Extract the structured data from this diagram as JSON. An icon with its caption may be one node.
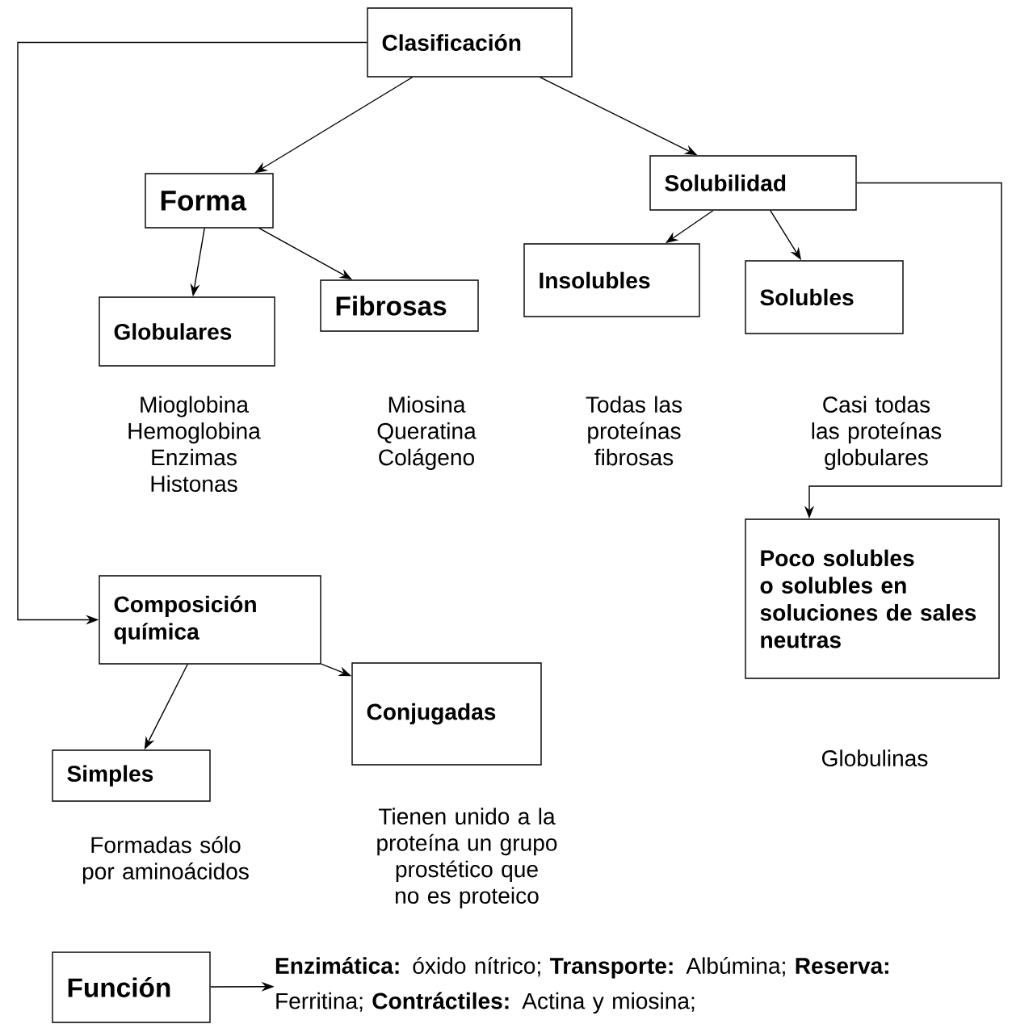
{
  "diagram": {
    "nodes": [
      {
        "text": [
          "Clasificación"
        ]
      },
      {
        "text": [
          "Forma"
        ]
      },
      {
        "text": [
          "Solubilidad"
        ]
      },
      {
        "text": [
          "Globulares"
        ],
        "beside": [
          "Mioglobina Hemoglobina Enzimas Histonas"
        ]
      },
      {
        "text": [
          "Fibrosas"
        ],
        "beside": [
          "Miosina Queratina Colágeno"
        ]
      },
      {
        "text": [
          "Insolubles"
        ],
        "beside": [
          "Todas las proteínas fibrosas"
        ]
      },
      {
        "text": [
          "Solubles"
        ],
        "beside": [
          "Casi todas las proteínas globulares"
        ]
      },
      {
        "text": [
          "Poco solubles o solubles en soluciones de sales neutras"
        ],
        "beside": [
          "Globulinas"
        ]
      },
      {
        "text": [
          "Composición química"
        ]
      },
      {
        "text": [
          "Simples"
        ],
        "beside": [
          "Formadas sólo por aminoácidos"
        ]
      },
      {
        "text": [
          "Conjugadas"
        ],
        "beside": [
          "Tienen unido a la proteína un grupo prostético que no es proteico"
        ]
      },
      {
        "text": [
          "Función"
        ]
      },
      {
        "text": [
          "**Enzimática:** óxido nítrico; **Transporte:** Albúmina; **Reserva:** Ferritina; **Contráctiles:** Actina y miosina;"
        ]
      }
    ],
    "edges": [
      {
        "from": 0,
        "to": 1,
        "arrow": "to"
      },
      {
        "from": 0,
        "to": 2,
        "arrow": "to"
      },
      {
        "from": 0,
        "to": 8,
        "arrow": "to"
      },
      {
        "from": 1,
        "to": 3,
        "arrow": "to"
      },
      {
        "from": 1,
        "to": 4,
        "arrow": "to"
      },
      {
        "from": 2,
        "to": 5,
        "arrow": "to"
      },
      {
        "from": 2,
        "to": 6,
        "arrow": "to"
      },
      {
        "from": 2,
        "to": 7,
        "arrow": "to"
      },
      {
        "from": 8,
        "to": 9,
        "arrow": "to"
      },
      {
        "from": 8,
        "to": 10,
        "arrow": "to"
      },
      {
        "from": 11,
        "to": 12,
        "arrow": "to"
      }
    ]
  }
}
